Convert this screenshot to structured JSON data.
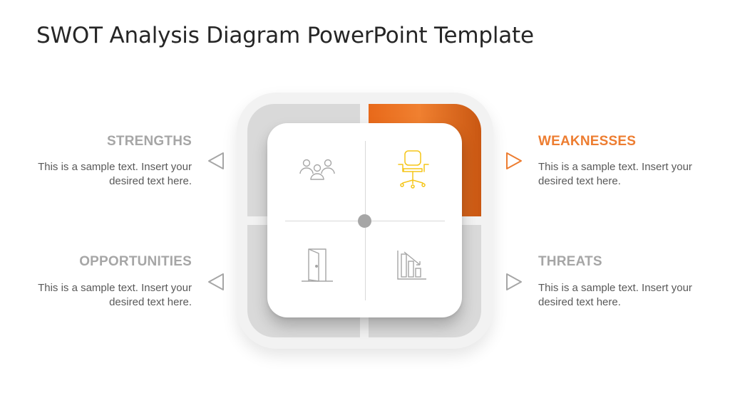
{
  "title": "SWOT Analysis Diagram PowerPoint Template",
  "colors": {
    "accent": "#ED7D31",
    "neutral": "#A6A6A6",
    "icon_highlight": "#F5C518"
  },
  "sections": {
    "strengths": {
      "label": "STRENGTHS",
      "text": "This is a sample text. Insert your desired text here.",
      "icon": "people-group-icon"
    },
    "weaknesses": {
      "label": "WEAKNESSES",
      "text": "This is a sample text. Insert your desired text here.",
      "icon": "office-chair-icon"
    },
    "opportunities": {
      "label": "OPPORTUNITIES",
      "text": "This is a sample text. Insert your desired text here.",
      "icon": "open-door-icon"
    },
    "threats": {
      "label": "THREATS",
      "text": "This is a sample text. Insert your desired text here.",
      "icon": "declining-bar-chart-icon"
    }
  },
  "highlighted_section": "weaknesses"
}
